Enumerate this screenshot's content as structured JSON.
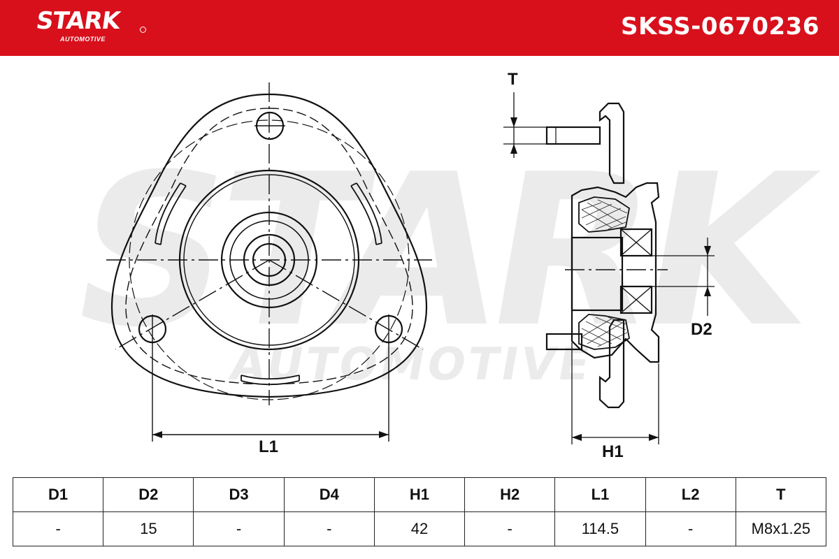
{
  "header": {
    "brand": "STARK",
    "brand_sub": "AUTOMOTIVE",
    "part_number": "SKSS-0670236",
    "color": "#d8101c"
  },
  "watermark": {
    "main": "STARK",
    "sub": "AUTOMOTIVE"
  },
  "dimensions": {
    "l1": "L1",
    "h1": "H1",
    "d2": "D2",
    "t": "T"
  },
  "specs": {
    "headers": [
      "D1",
      "D2",
      "D3",
      "D4",
      "H1",
      "H2",
      "L1",
      "L2",
      "T"
    ],
    "values": [
      "-",
      "15",
      "-",
      "-",
      "42",
      "-",
      "114.5",
      "-",
      "M8x1.25"
    ]
  }
}
